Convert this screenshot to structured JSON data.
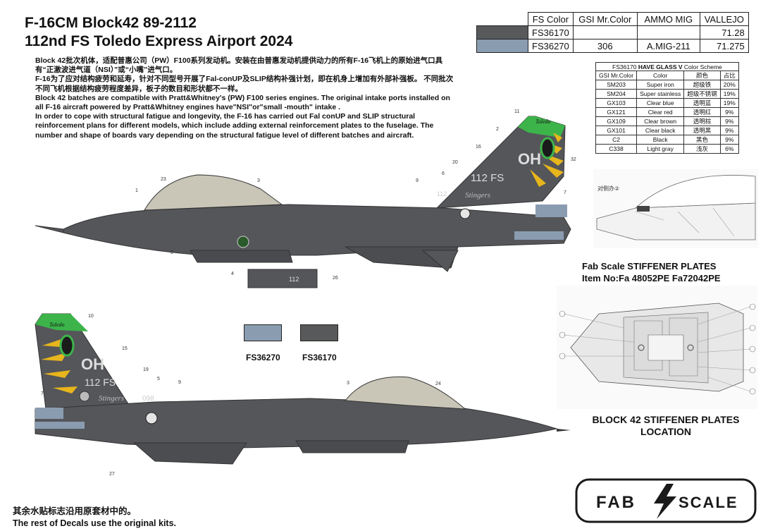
{
  "header": {
    "title_line1": "F-16CM Block42 89-2112",
    "title_line2": "112nd FS Toledo Express Airport 2024"
  },
  "description": [
    "Block 42批次机体，适配普惠公司（PW）F100系列发动机。安装在由普惠发动机提供动力的所有F-16飞机上的原始进气口具有“正激波进气道（NSI）”或“小嘴”进气口。",
    "F-16为了应对结构疲劳和延寿，针对不同型号开展了Fal-conUP及SLIP结构补强计划，即在机身上增加有外部补强板。 不同批次不同飞机根据结构疲劳程度差异，板子的数目和形状都不一样。",
    "Block 42 batches are compatible with Pratt&Whitney's (PW) F100 series engines. The original intake ports installed on all F-16 aircraft powered by Pratt&Whitney engines have\"NSI\"or\"small -mouth\" intake .",
    "In order to cope with structural fatigue and longevity, the F-16 has carried out Fal conUP and SLIP structural reinforcement plans for different models, which include adding external reinforcement plates to the fuselage. The number and shape of boards vary depending on the structural fatigue level of different batches and aircraft."
  ],
  "fs_table": {
    "headers": [
      "FS Color",
      "GSI Mr.Color",
      "AMMO MIG",
      "VALLEJO"
    ],
    "rows": [
      {
        "swatch": "#58595b",
        "fs": "FS36170",
        "gsi": "",
        "ammo": "",
        "vallejo": "71.28"
      },
      {
        "swatch": "#8a9cb0",
        "fs": "FS36270",
        "gsi": "306",
        "ammo": "A.MIG-211",
        "vallejo": "71.275"
      }
    ]
  },
  "scheme": {
    "caption_code": "FS36170",
    "caption_name": "HAVE GLASS V",
    "caption_suffix": "Color Scheme",
    "headers": [
      "GSI Mr.Color",
      "Color",
      "颜色",
      "占比"
    ],
    "rows": [
      [
        "SM203",
        "Super iron",
        "超级铁",
        "20%"
      ],
      [
        "SM204",
        "Super stainless",
        "超级不锈钢",
        "19%"
      ],
      [
        "GX103",
        "Clear blue",
        "透明蓝",
        "19%"
      ],
      [
        "GX121",
        "Clear red",
        "透明红",
        "9%"
      ],
      [
        "GX109",
        "Clear brown",
        "透明棕",
        "9%"
      ],
      [
        "GX101",
        "Clear black",
        "透明黑",
        "9%"
      ],
      [
        "C2",
        "Black",
        "黑色",
        "9%"
      ],
      [
        "C338",
        "Light gray",
        "浅灰",
        "6%"
      ]
    ]
  },
  "swatches": [
    {
      "label": "FS36270",
      "color": "#8a9cb0"
    },
    {
      "label": "FS36170",
      "color": "#58595b"
    }
  ],
  "aircraft": {
    "tail_code": "OH",
    "tail_unit": "112 FS",
    "tail_band": "Toledo",
    "tail_script": "Stingers",
    "serial_top": "112",
    "serial_bottom": "098",
    "tank_number": "112",
    "detail_note": "对侧办②"
  },
  "top_callouts": [
    "23",
    "3",
    "11",
    "2",
    "16",
    "20",
    "6",
    "9",
    "32",
    "7",
    "1",
    "8",
    "4",
    "26"
  ],
  "bottom_callouts": [
    "10",
    "15",
    "5",
    "19",
    "7",
    "9",
    "3",
    "24",
    "27"
  ],
  "fab": {
    "line1": "Fab Scale  STIFFENER PLATES",
    "line2": "Item No:Fa 48052PE   Fa72042PE",
    "location_line1": "BLOCK 42 STIFFENER PLATES",
    "location_line2": "LOCATION"
  },
  "logo": {
    "left": "FAB",
    "right": "SCALE"
  },
  "footer": {
    "line1": "其余水贴标志沿用原套材中的。",
    "line2": "The rest of Decals use the  original kits."
  },
  "colors": {
    "jet_gray": "#55565a",
    "tail_green": "#3cb44a",
    "tail_yellow": "#e7b51c",
    "light_blue": "#8a9cb0"
  }
}
